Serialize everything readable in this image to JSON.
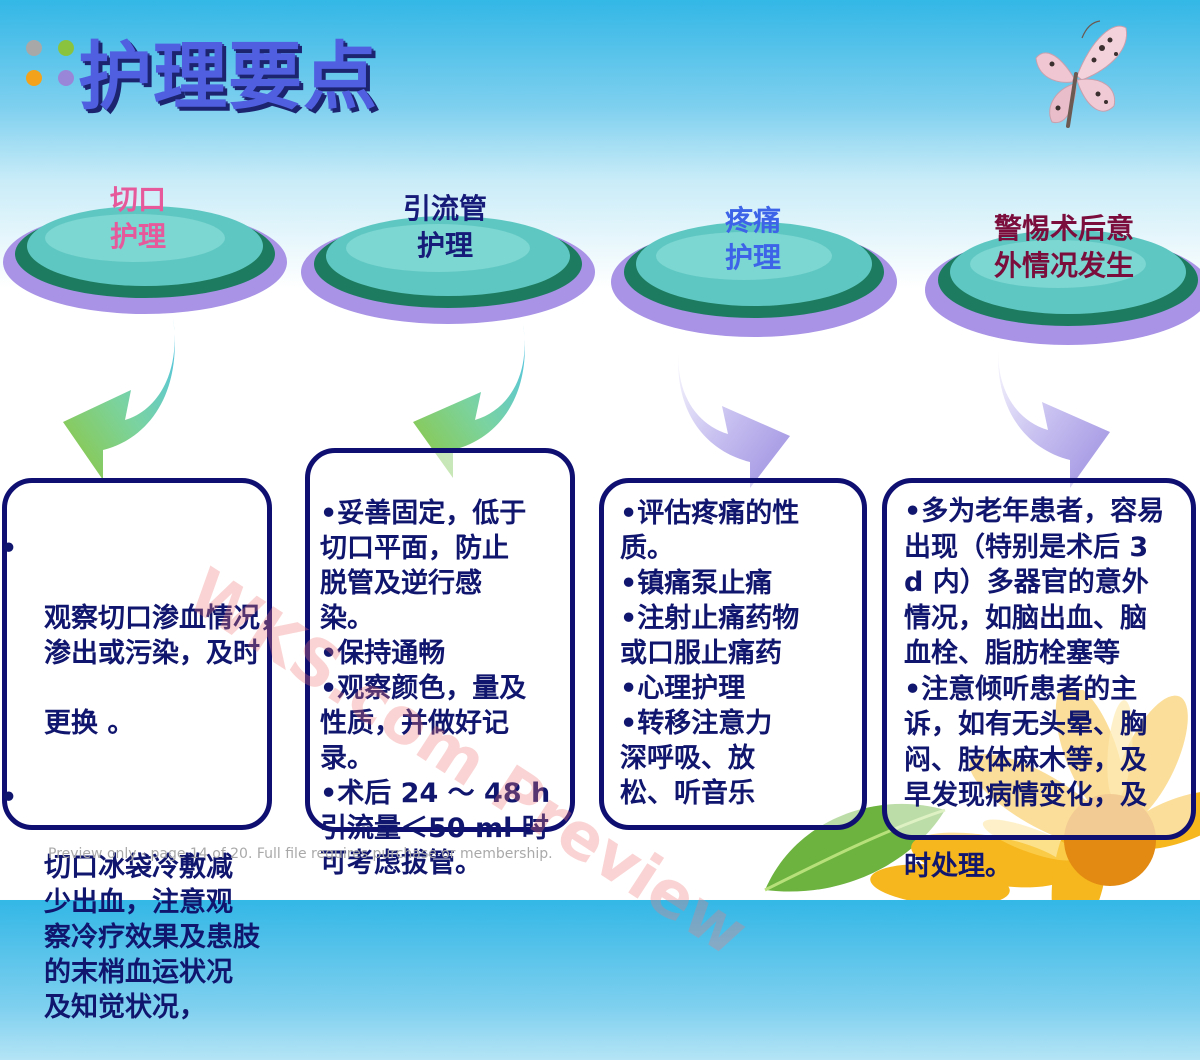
{
  "title": "护理要点",
  "categories": [
    {
      "label_line1": "切口",
      "label_line2": "护理",
      "label_color": "#e65a9c"
    },
    {
      "label_line1": "引流管",
      "label_line2": "护理",
      "label_color": "#161a78"
    },
    {
      "label_line1": "疼痛",
      "label_line2": "护理",
      "label_color": "#3d63e8"
    },
    {
      "label_line1": "警惕术后意",
      "label_line2": "外情况发生",
      "label_color": "#7a0d3c"
    }
  ],
  "box1": {
    "item1": "观察切口渗血情况，\n渗出或污染，及时\n\n更换 。",
    "item2": "切口冰袋冷敷减\n少出血，注意观\n察冷疗效果及患肢\n的末梢血运状况\n及知觉状况，"
  },
  "box2": {
    "text": "•妥善固定，低于\n切口平面，防止\n脱管及逆行感\n染。\n•保持通畅\n•观察颜色，量及\n性质，并做好记\n录。\n•术后 24 ～ 48 h\n引流量＜50 ml 时\n可考虑拔管。"
  },
  "box3": {
    "text": "•评估疼痛的性\n质。\n•镇痛泵止痛\n•注射止痛药物\n或口服止痛药\n•心理护理\n•转移注意力\n深呼吸、放\n松、听音乐"
  },
  "box4": {
    "text": "•多为老年患者，容易\n出现（特别是术后 3\nd 内）多器官的意外\n情况，如脑出血、脑\n血栓、脂肪栓塞等\n•注意倾听患者的主\n诉，如有无头晕、胸\n闷、肢体麻木等，及\n早发现病情变化，及\n\n时处理。"
  },
  "watermark": "WKS.com Preview",
  "footer": "Preview only - page 14 of 20. Full file requires purchase or membership.",
  "colors": {
    "title": "#4f5fe0",
    "box_border": "#0f0f72",
    "body_text": "#10156e"
  }
}
